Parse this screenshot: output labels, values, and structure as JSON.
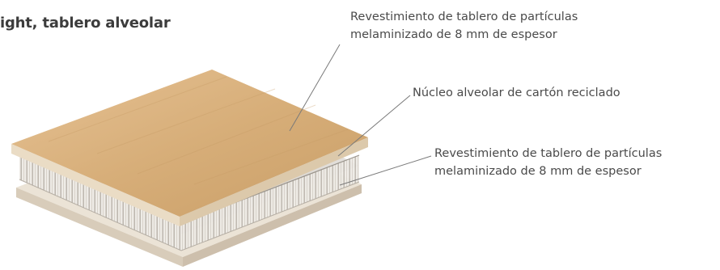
{
  "title": "ight, tablero alveolar",
  "labels": {
    "top_layer": {
      "line1": "Revestimiento de tablero de partículas",
      "line2": "melaminizado de 8 mm de espesor"
    },
    "core": {
      "line1": "Núcleo alveolar de cartón reciclado"
    },
    "bottom_layer": {
      "line1": "Revestimiento de tablero de partículas",
      "line2": "melaminizado de 8 mm de espesor"
    }
  },
  "colors": {
    "wood_top": "#d8b27f",
    "wood_edge": "#e8d9c3",
    "core": "#e9e6e2",
    "bottom": "#e6dccd",
    "leader": "#7a7a7a"
  }
}
